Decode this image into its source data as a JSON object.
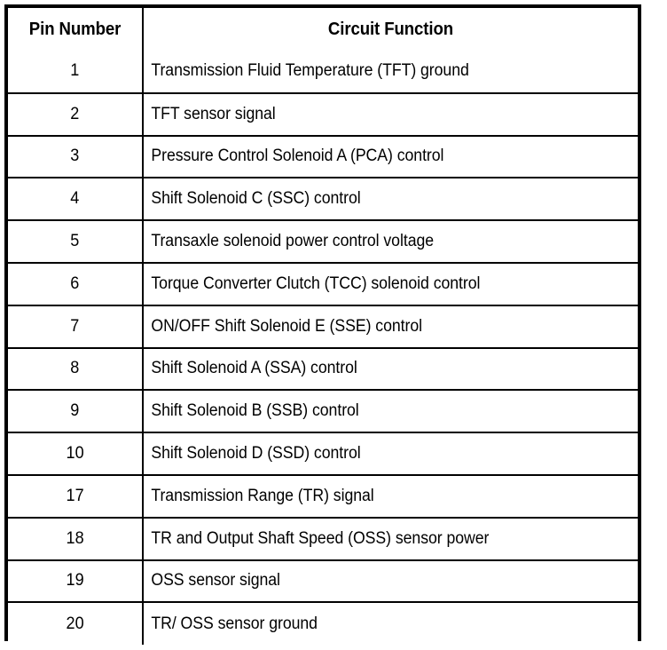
{
  "table": {
    "columns": [
      {
        "key": "pin",
        "header": "Pin Number",
        "align": "center"
      },
      {
        "key": "function",
        "header": "Circuit Function",
        "align": "left"
      }
    ],
    "headers": {
      "pin": "Pin Number",
      "function": "Circuit Function"
    },
    "rows": [
      {
        "pin": "1",
        "function": "Transmission Fluid Temperature (TFT) ground"
      },
      {
        "pin": "2",
        "function": "TFT sensor signal"
      },
      {
        "pin": "3",
        "function": "Pressure Control Solenoid A (PCA) control"
      },
      {
        "pin": "4",
        "function": "Shift Solenoid C (SSC) control"
      },
      {
        "pin": "5",
        "function": "Transaxle solenoid power control voltage"
      },
      {
        "pin": "6",
        "function": "Torque Converter Clutch (TCC) solenoid control"
      },
      {
        "pin": "7",
        "function": "ON/OFF Shift Solenoid E (SSE) control"
      },
      {
        "pin": "8",
        "function": "Shift Solenoid A (SSA) control"
      },
      {
        "pin": "9",
        "function": "Shift Solenoid B (SSB) control"
      },
      {
        "pin": "10",
        "function": "Shift Solenoid D (SSD) control"
      },
      {
        "pin": "17",
        "function": "Transmission Range (TR) signal"
      },
      {
        "pin": "18",
        "function": "TR and Output Shaft Speed (OSS) sensor power"
      },
      {
        "pin": "19",
        "function": "OSS sensor signal"
      },
      {
        "pin": "20",
        "function": "TR/ OSS sensor ground"
      }
    ]
  },
  "style": {
    "text_color": "#000000",
    "background_color": "#ffffff",
    "border_color": "#000000"
  }
}
